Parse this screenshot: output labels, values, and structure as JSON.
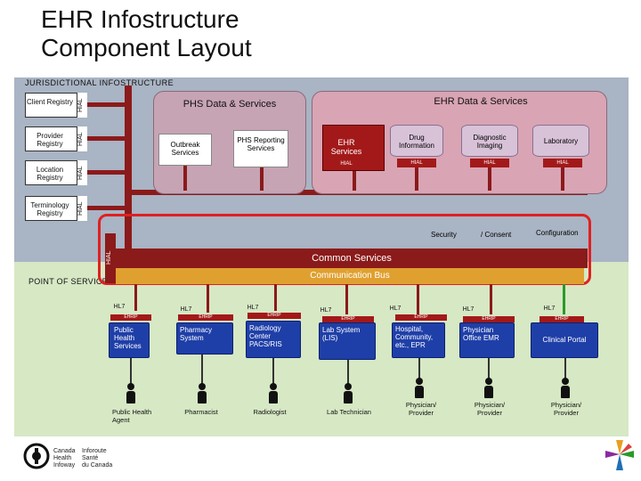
{
  "title": "EHR Infostructure Component Layout",
  "jurisdictional_label": "JURISDICTIONAL INFOSTRUCTURE",
  "pos_label": "POINT OF SERVICE",
  "hial": "HIAL",
  "registries": [
    {
      "label": "Client Registry"
    },
    {
      "label": "Provider Registry"
    },
    {
      "label": "Location Registry"
    },
    {
      "label": "Terminology Registry"
    }
  ],
  "phs": {
    "title": "PHS Data & Services",
    "outbreak": "Outbreak Services",
    "reporting": "PHS Reporting Services"
  },
  "ehr": {
    "title": "EHR Data & Services",
    "services": "EHR Services",
    "drug": "Drug Information",
    "diagnostic": "Diagnostic Imaging",
    "laboratory": "Laboratory"
  },
  "middle": {
    "security": "Security",
    "consent": "/ Consent",
    "configuration": "Configuration",
    "common_services": "Common Services",
    "communication_bus": "Communication Bus"
  },
  "hl7": "HL7",
  "ehrip": "EHRIP",
  "pos_columns": [
    {
      "system": "Public Health Services",
      "actor": "Public Health Agent"
    },
    {
      "system": "Pharmacy System",
      "actor": "Pharmacist"
    },
    {
      "system": "Radiology Center PACS/RIS",
      "actor": "Radiologist"
    },
    {
      "system": "Lab System (LIS)",
      "actor": "Lab Technician"
    },
    {
      "system": "Hospital, Community, etc., EPR",
      "actor": "Physician/ Provider"
    },
    {
      "system": "Physician Office EMR",
      "actor": "Physician/ Provider"
    },
    {
      "system": "Clinical Portal",
      "actor": "Physician/ Provider"
    }
  ],
  "footer": {
    "org_en_1": "Canada",
    "org_en_2": "Health",
    "org_en_3": "Infoway",
    "org_fr_1": "Inforoute",
    "org_fr_2": "Santé",
    "org_fr_3": "du Canada"
  }
}
